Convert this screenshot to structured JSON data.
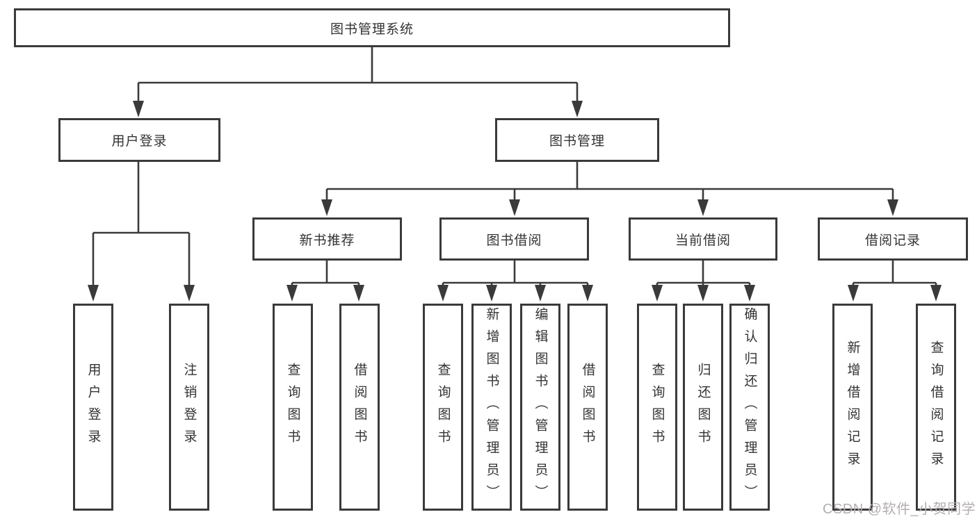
{
  "colors": {
    "background": "#ffffff",
    "line": "#3a3a3a",
    "box_border": "#3a3a3a",
    "text": "#333333",
    "watermark": "#b5aeae"
  },
  "tree": {
    "root": "图书管理系统",
    "level2": {
      "user_login": "用户登录",
      "book_management": "图书管理"
    },
    "level3": {
      "new_book_recommend": "新书推荐",
      "book_borrowing": "图书借阅",
      "current_borrowing": "当前借阅",
      "borrowing_records": "借阅记录"
    },
    "level4": {
      "user_login": [
        "用户登录",
        "注销登录"
      ],
      "new_book_recommend": [
        "查询图书",
        "借阅图书"
      ],
      "book_borrowing": [
        "查询图书",
        "新增图书（管理员）",
        "编辑图书（管理员）",
        "借阅图书"
      ],
      "current_borrowing": [
        "查询图书",
        "归还图书",
        "确认归还（管理员）"
      ],
      "borrowing_records": [
        "新增借阅记录",
        "查询借阅记录"
      ]
    }
  },
  "watermark": "CSDN @软件_小贺同学"
}
